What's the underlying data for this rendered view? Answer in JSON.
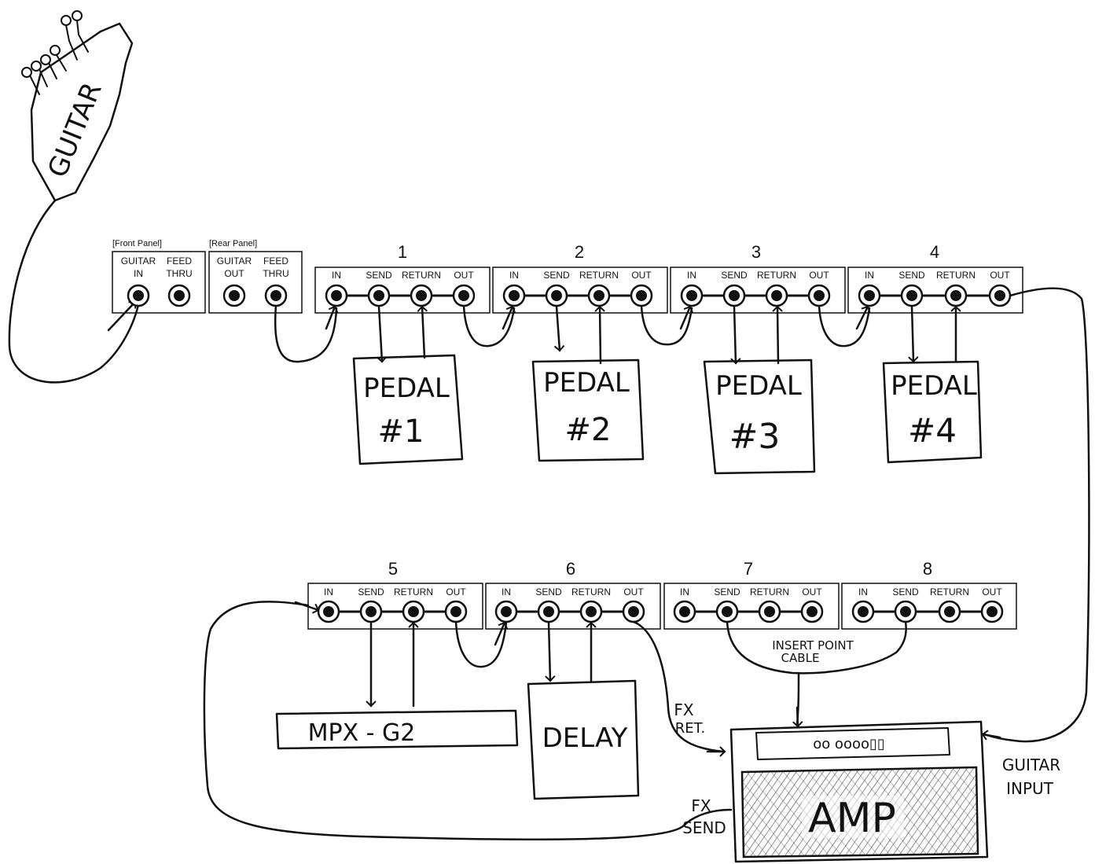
{
  "guitar": {
    "label": "GUITAR"
  },
  "front_panel": {
    "title": "[Front Panel]",
    "jacks": [
      {
        "line1": "GUITAR",
        "line2": "IN"
      },
      {
        "line1": "FEED",
        "line2": "THRU"
      }
    ]
  },
  "rear_panel": {
    "title": "[Rear Panel]",
    "jacks": [
      {
        "line1": "GUITAR",
        "line2": "OUT"
      },
      {
        "line1": "FEED",
        "line2": "THRU"
      }
    ]
  },
  "jack_labels": [
    "IN",
    "SEND",
    "RETURN",
    "OUT"
  ],
  "loops": [
    "1",
    "2",
    "3",
    "4",
    "5",
    "6",
    "7",
    "8"
  ],
  "pedals": [
    {
      "line1": "PEDAL",
      "line2": "#1"
    },
    {
      "line1": "PEDAL",
      "line2": "#2"
    },
    {
      "line1": "PEDAL",
      "line2": "#3"
    },
    {
      "line1": "PEDAL",
      "line2": "#4"
    }
  ],
  "mpx": {
    "label": "MPX - G2"
  },
  "delay": {
    "label": "DELAY"
  },
  "insert": {
    "line1": "INSERT POINT",
    "line2": "CABLE"
  },
  "amp": {
    "label": "AMP",
    "controls": "oo oooo▯▯",
    "fx_ret": {
      "line1": "FX",
      "line2": "RET."
    },
    "fx_send": {
      "line1": "FX",
      "line2": "SEND"
    },
    "guitar_input": {
      "line1": "GUITAR",
      "line2": "INPUT"
    }
  },
  "colors": {
    "ink": "#111111",
    "paper": "#ffffff",
    "hatch": "#555555"
  }
}
